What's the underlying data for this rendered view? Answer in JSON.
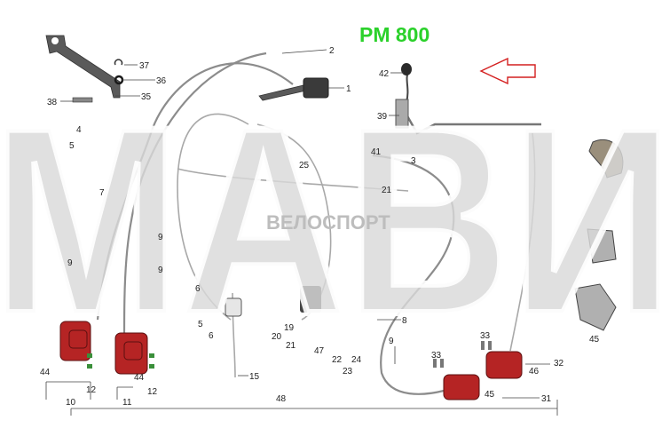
{
  "header": {
    "model_title": "PM 800"
  },
  "watermark": {
    "main_text": "MABИ",
    "sub_text": "ВЕЛОСПОРТ"
  },
  "labels": {
    "n1": "1",
    "n2": "2",
    "n3": "3",
    "n4": "4",
    "n5a": "5",
    "n5b": "5",
    "n6a": "6",
    "n6b": "6",
    "n7": "7",
    "n8": "8",
    "n9a": "9",
    "n9b": "9",
    "n9c": "9",
    "n9d": "9",
    "n10": "10",
    "n11": "11",
    "n12a": "12",
    "n12b": "12",
    "n15": "15",
    "n19": "19",
    "n20": "20",
    "n21a": "21",
    "n21b": "21",
    "n22": "22",
    "n23": "23",
    "n24": "24",
    "n25": "25",
    "n31": "31",
    "n32": "32",
    "n33a": "33",
    "n33b": "33",
    "n35": "35",
    "n36": "36",
    "n37": "37",
    "n38": "38",
    "n39": "39",
    "n41": "41",
    "n42": "42",
    "n44a": "44",
    "n44b": "44",
    "n45a": "45",
    "n45b": "45",
    "n46": "46",
    "n47": "47",
    "n48": "48"
  },
  "colors": {
    "title": "#2bd12b",
    "direction_arrow": "#d42020",
    "caliper": "#b52424",
    "watermark": "#d9d9d9"
  },
  "icons": {
    "direction": "arrow-left-outline-icon"
  }
}
